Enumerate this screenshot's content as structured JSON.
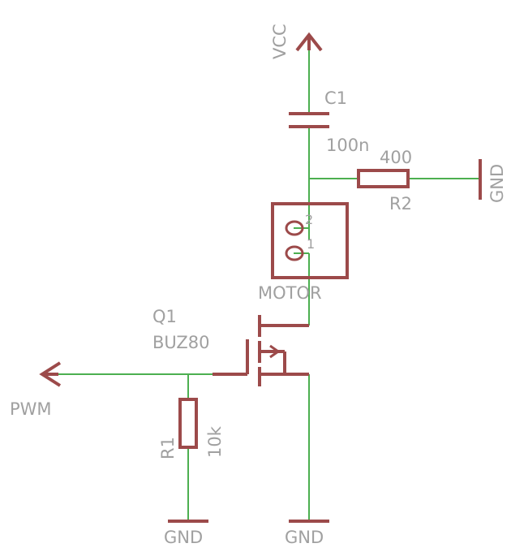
{
  "labels": {
    "vcc": "VCC",
    "c1_name": "C1",
    "c1_value": "100n",
    "r2_value": "400",
    "r2_name": "R2",
    "gnd_right": "GND",
    "pin2": "2",
    "pin1": "1",
    "motor": "MOTOR",
    "q1_name": "Q1",
    "q1_value": "BUZ80",
    "pwm": "PWM",
    "r1_name": "R1",
    "r1_value": "10k",
    "gnd_left": "GND",
    "gnd_mid": "GND"
  },
  "colors": {
    "wire": "#4caf50",
    "symbol": "#9c4a4a",
    "text": "#a0a0a0"
  }
}
